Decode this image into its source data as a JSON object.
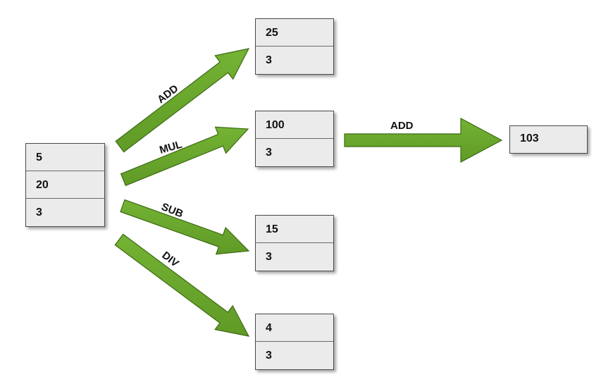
{
  "stacks": {
    "initial": [
      "5",
      "20",
      "3"
    ],
    "add": [
      "25",
      "3"
    ],
    "mul": [
      "100",
      "3"
    ],
    "sub": [
      "15",
      "3"
    ],
    "div": [
      "4",
      "3"
    ],
    "final": [
      "103"
    ]
  },
  "operations": {
    "add": "ADD",
    "mul": "MUL",
    "sub": "SUB",
    "div": "DIV",
    "add2": "ADD"
  },
  "colors": {
    "arrow_fill": "#6aa62d",
    "arrow_stroke": "#3c6a12",
    "cell_bg": "#ebebeb"
  }
}
